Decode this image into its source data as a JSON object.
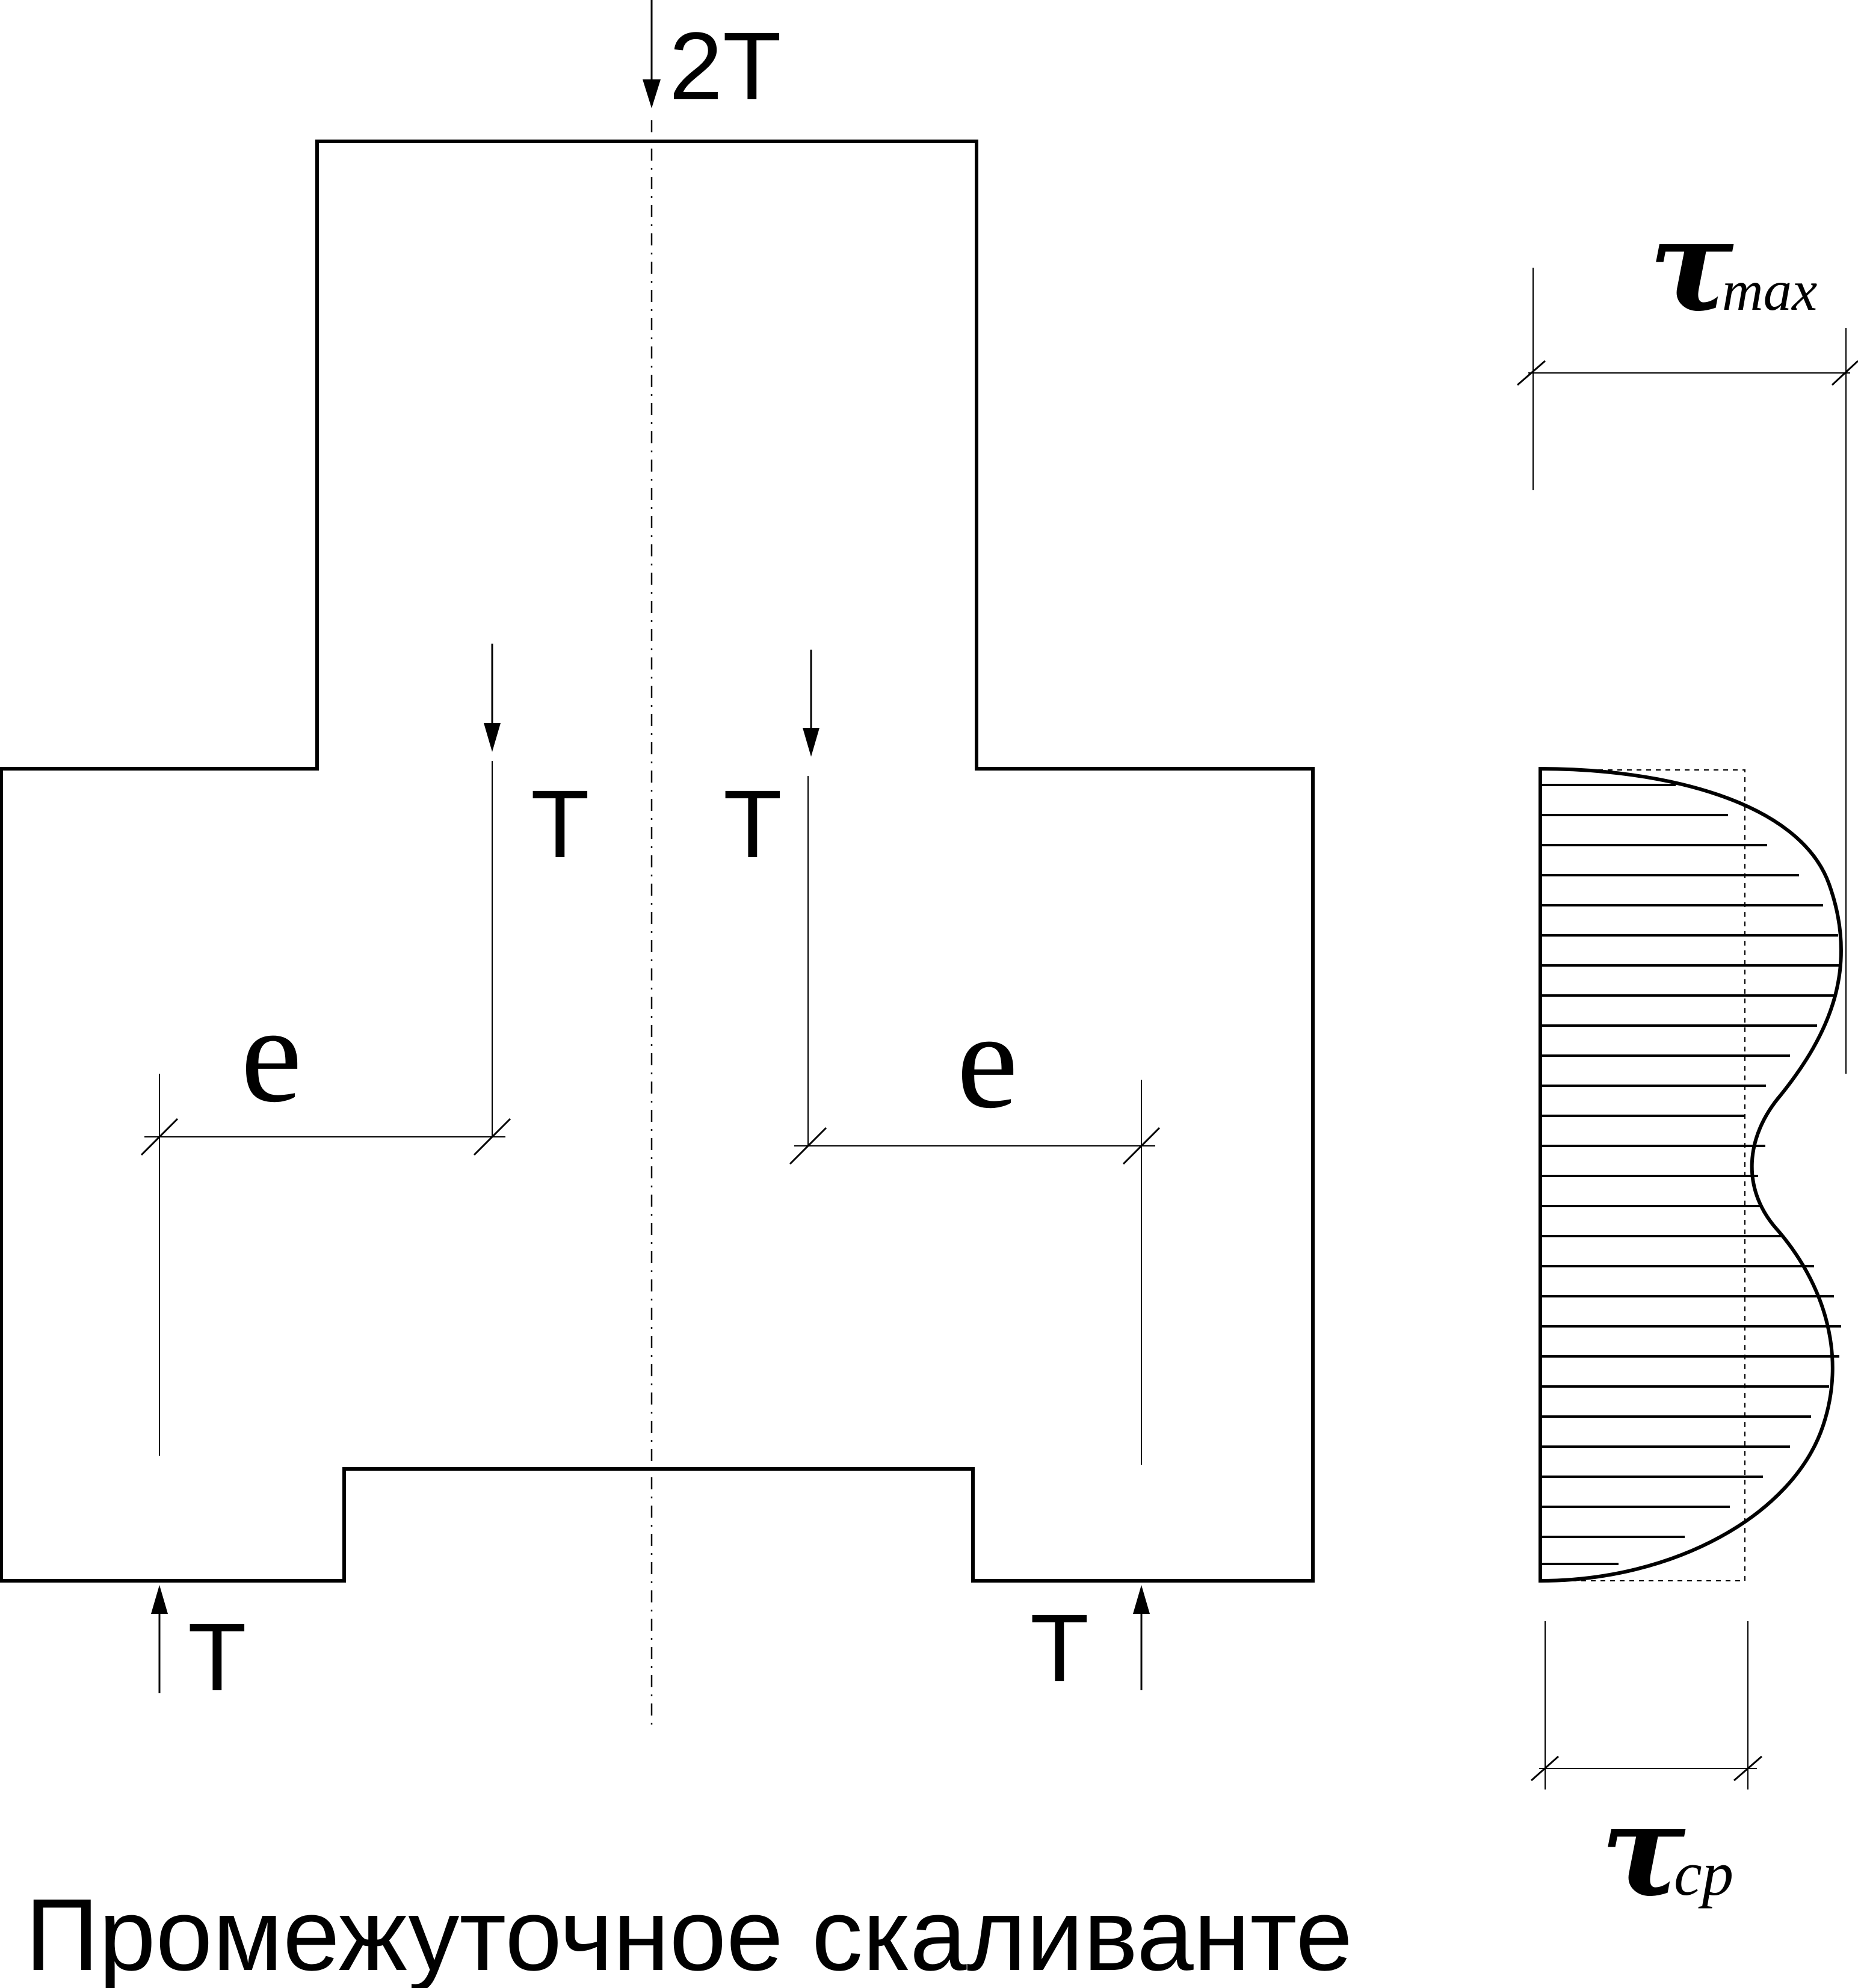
{
  "labels": {
    "top_force": "2T",
    "inner_force_left": "T",
    "inner_force_right": "T",
    "bottom_force_left": "T",
    "bottom_force_right": "T",
    "eccentricity_left": "e",
    "eccentricity_right": "e",
    "tau_symbol": "τ",
    "tau_max_sub": "max",
    "tau_avg_sub": "ср",
    "caption": "Промежуточное скаливанте"
  }
}
